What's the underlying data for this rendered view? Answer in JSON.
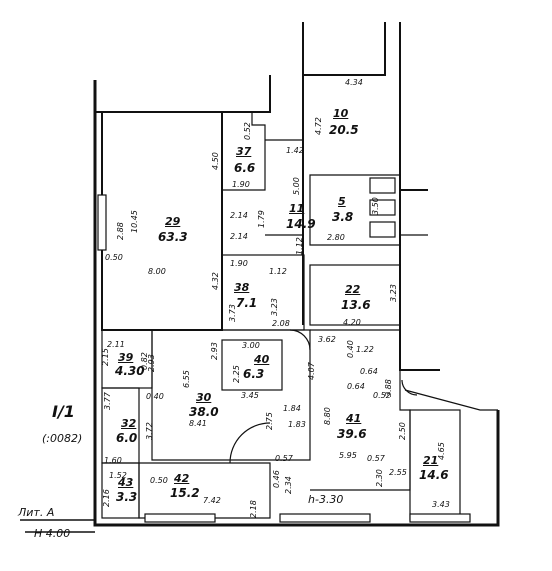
{
  "rooms": {
    "r10": {
      "no": "10",
      "area": "20.5"
    },
    "r37": {
      "no": "37",
      "area": "6.6"
    },
    "r29": {
      "no": "29",
      "area": "63.3"
    },
    "r11": {
      "no": "11",
      "area": "14.9"
    },
    "r5": {
      "no": "5",
      "area": "3.8"
    },
    "r38": {
      "no": "38",
      "area": "7.1"
    },
    "r22": {
      "no": "22",
      "area": "13.6"
    },
    "r39": {
      "no": "39",
      "area": "4.30"
    },
    "r40": {
      "no": "40",
      "area": "6.3"
    },
    "r30": {
      "no": "30",
      "area": "38.0"
    },
    "r41": {
      "no": "41",
      "area": "39.6"
    },
    "r32": {
      "no": "32",
      "area": "6.0"
    },
    "r21": {
      "no": "21",
      "area": "14.6"
    },
    "r42": {
      "no": "42",
      "area": "15.2"
    },
    "r43": {
      "no": "43",
      "area": "3.3"
    }
  },
  "dims": {
    "d0": "4.34",
    "d1": "4.72",
    "d2": "0.52",
    "d3": "4.50",
    "d4": "1.42",
    "d5": "1.90",
    "d6": "5.00",
    "d7": "2.88",
    "d8": "10.45",
    "d9": "3.50",
    "d10": "2.14",
    "d11": "1.79",
    "d12": "2.14",
    "d13": "2.80",
    "d14": "1.12",
    "d15": "0.50",
    "d16": "1.90",
    "d17": "8.00",
    "d18": "1.12",
    "d19": "4.32",
    "d20": "3.73",
    "d21": "3.23",
    "d22": "3.23",
    "d23": "4.20",
    "d24": "2.08",
    "d25": "3.62",
    "d26": "2.11",
    "d27": "3.00",
    "d28": "1.22",
    "d29": "0.40",
    "d30": "2.93",
    "d31": "4.07",
    "d32": "2.15",
    "d33": "2.93",
    "d34": "6.55",
    "d35": "2.25",
    "d36": "0.82",
    "d37": "0.64",
    "d38": "0.64",
    "d39": "0.52",
    "d40": "0.40",
    "d41": "3.45",
    "d42": "3.88",
    "d43": "1.84",
    "d44": "3.77",
    "d45": "1.83",
    "d46": "8.80",
    "d47": "8.41",
    "d48": "2.75",
    "d49": "3.72",
    "d50": "2.50",
    "d51": "4.65",
    "d52": "5.95",
    "d53": "0.57",
    "d54": "0.57",
    "d55": "1.60",
    "d56": "2.55",
    "d57": "1.52",
    "d58": "0.50",
    "d59": "2.30",
    "d60": "2.34",
    "d61": "0.46",
    "d62": "7.42",
    "d63": "2.16",
    "d64": "2.18",
    "d65": "3.43"
  },
  "notes": {
    "height_mark": "h-3.30",
    "section_mark": "I/1",
    "scale": "(:0082)",
    "letter": "Лит. А",
    "height": "H 4.00"
  }
}
